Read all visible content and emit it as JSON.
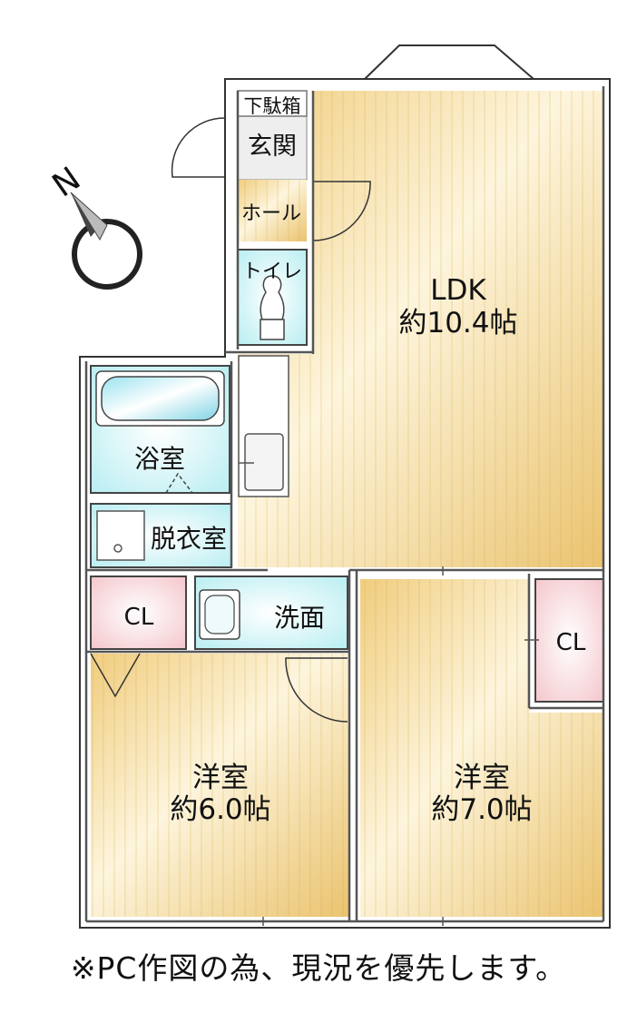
{
  "rooms": {
    "ldk": {
      "name": "LDK",
      "size": "約10.4帖"
    },
    "western_left": {
      "name": "洋室",
      "size": "約6.0帖"
    },
    "western_right": {
      "name": "洋室",
      "size": "約7.0帖"
    },
    "bath": {
      "name": "浴室"
    },
    "dressing": {
      "name": "脱衣室"
    },
    "washroom": {
      "name": "洗面"
    },
    "closet_left": {
      "name": "CL"
    },
    "closet_right": {
      "name": "CL"
    },
    "toilet": {
      "name": "トイレ"
    },
    "hall": {
      "name": "ホール"
    },
    "entrance": {
      "name": "玄関"
    },
    "shoe_box": {
      "name": "下駄箱"
    }
  },
  "compass": {
    "label": "N"
  },
  "disclaimer": "※PC作図の為、現況を優先します。",
  "colors": {
    "wood_light": "#fdf3d6",
    "wood_dark": "#ecc878",
    "water": "#d2f4f7",
    "closet": "#f8d8dc",
    "wall": "#555555"
  }
}
